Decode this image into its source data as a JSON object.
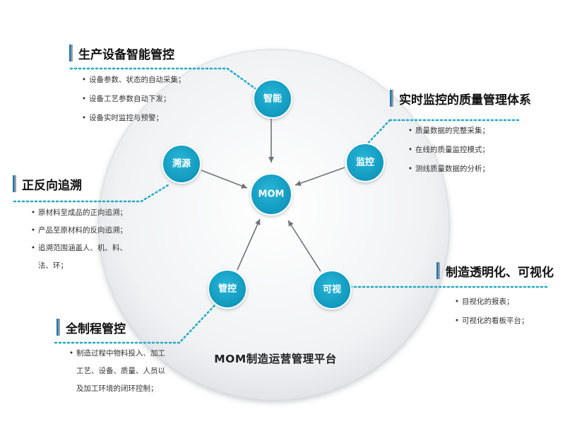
{
  "platform_title": "MOM制造运营管理平台",
  "center_node": "MOM",
  "colors": {
    "node_fill": "#12a1c7",
    "dotted_line": "#1fa9c9",
    "accent_bar": "#1f78b4",
    "accent_bar_gray": "#9aa0a6",
    "arrow": "#6f7378"
  },
  "nodes": {
    "intelligence": "智能",
    "monitoring": "监控",
    "visualization": "可视",
    "control": "管控",
    "traceability": "溯源"
  },
  "sections": {
    "equipment": {
      "title": "生产设备智能管控",
      "bullets": [
        "设备参数、状态的自动采集；",
        "设备工艺参数自动下发；",
        "设备实时监控与预警；"
      ]
    },
    "quality": {
      "title": "实时监控的质量管理体系",
      "bullets": [
        "质量数据的完整采集；",
        "在线的质量监控模式；",
        "测线质量数据的分析；"
      ]
    },
    "trace": {
      "title": "正反向追溯",
      "bullets": [
        "原材料至成品的正向追溯；",
        "产品至原材料的反向追溯；",
        "追溯范围涵盖人、机、料、法、环；"
      ]
    },
    "transparency": {
      "title": "制造透明化、可视化",
      "bullets": [
        "目视化的报表；",
        "可视化的看板平台；"
      ]
    },
    "process": {
      "title": "全制程管控",
      "bullets": [
        "制造过程中物料投入、加工工艺、设备、质量、人员以及加工环境的闭环控制；"
      ]
    }
  }
}
